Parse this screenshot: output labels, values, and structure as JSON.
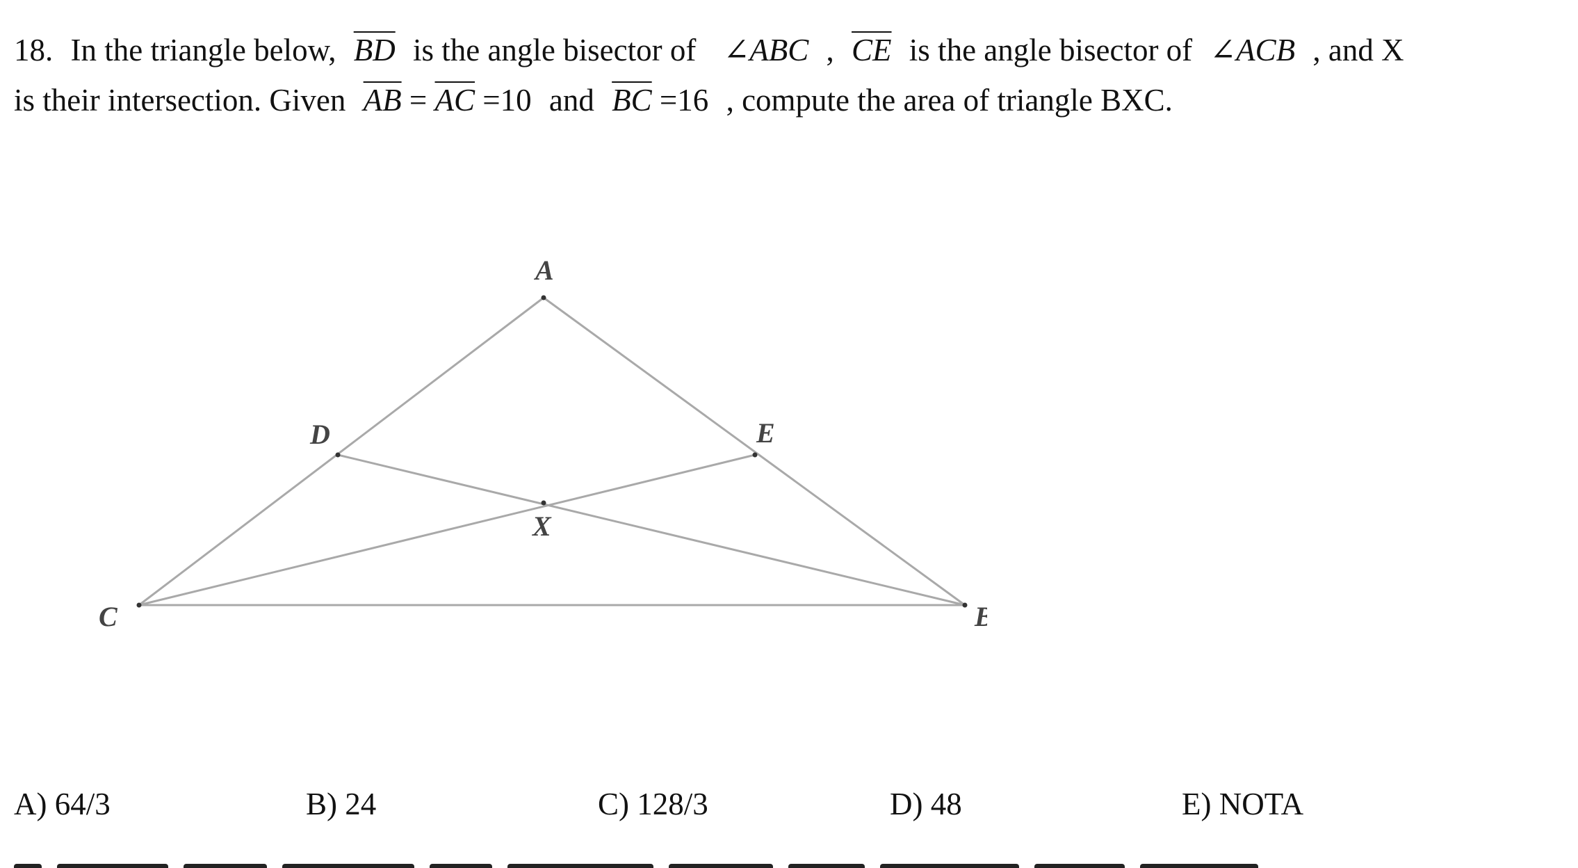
{
  "question": {
    "number": "18.",
    "text_1": "In the triangle below,",
    "bd": "BD",
    "text_2": "is the angle bisector of",
    "angle_abc": "∠ABC",
    "comma": ",",
    "ce": "CE",
    "text_3": "is the angle bisector of",
    "angle_acb": "∠ACB",
    "text_4": ", and X",
    "text_5": "is their intersection.  Given",
    "ab": "AB",
    "eq1": "=",
    "ac": "AC",
    "eq2": "=10",
    "text_6": "and",
    "bc": "BC",
    "eq3": "=16",
    "text_7": ", compute the area of triangle BXC."
  },
  "figure": {
    "labels": {
      "A": "A",
      "B": "B",
      "C": "C",
      "D": "D",
      "E": "E",
      "X": "X"
    }
  },
  "choices": [
    "A) 64/3",
    "B) 24",
    "C) 128/3",
    "D) 48",
    "E) NOTA"
  ]
}
